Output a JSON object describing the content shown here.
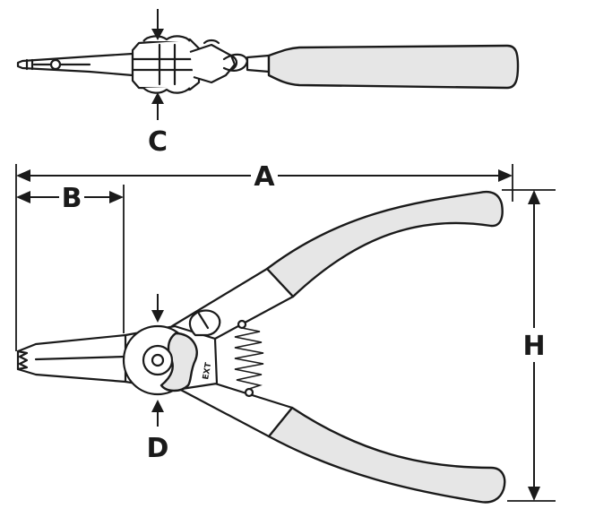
{
  "dimensions": {
    "A": "A",
    "B": "B",
    "C": "C",
    "D": "D",
    "H": "H"
  },
  "jaw_marking": "EXT"
}
